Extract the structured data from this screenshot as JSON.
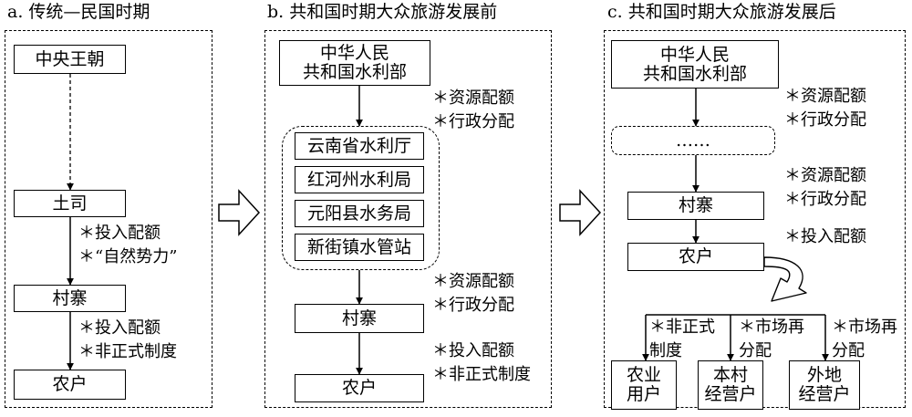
{
  "panel_a": {
    "title": "a. 传统—民国时期",
    "nodes": {
      "central": "中央王朝",
      "tusi": "土司",
      "village": "村寨",
      "farmer": "农户"
    },
    "notes": {
      "tusi_village": "＊投入配额\n＊“自然势力”",
      "village_farmer": "＊投入配额\n＊非正式制度"
    }
  },
  "panel_b": {
    "title": "b. 共和国时期大众旅游发展前",
    "nodes": {
      "ministry": "中华人民\n共和国水利部",
      "g1": "云南省水利厅",
      "g2": "红河州水利局",
      "g3": "元阳县水务局",
      "g4": "新街镇水管站",
      "village": "村寨",
      "farmer": "农户"
    },
    "notes": {
      "ministry_group": "＊资源配额\n＊行政分配",
      "group_village": "＊资源配额\n＊行政分配",
      "village_farmer": "＊投入配额\n＊非正式制度"
    }
  },
  "panel_c": {
    "title": "c. 共和国时期大众旅游发展后",
    "nodes": {
      "ministry": "中华人民\n共和国水利部",
      "ellipsis": "……",
      "village": "村寨",
      "farmer": "农户",
      "agri": "农业\n用户",
      "local": "本村\n经营户",
      "outside": "外地\n经营户"
    },
    "notes": {
      "ministry_ellipsis": "＊资源配额\n＊行政分配",
      "ellipsis_village": "＊资源配额\n＊行政分配",
      "village_farmer": "＊投入配额",
      "informal": "＊非正式\n制度",
      "market1": "＊市场再\n分配",
      "market2": "＊市场再\n分配"
    }
  }
}
